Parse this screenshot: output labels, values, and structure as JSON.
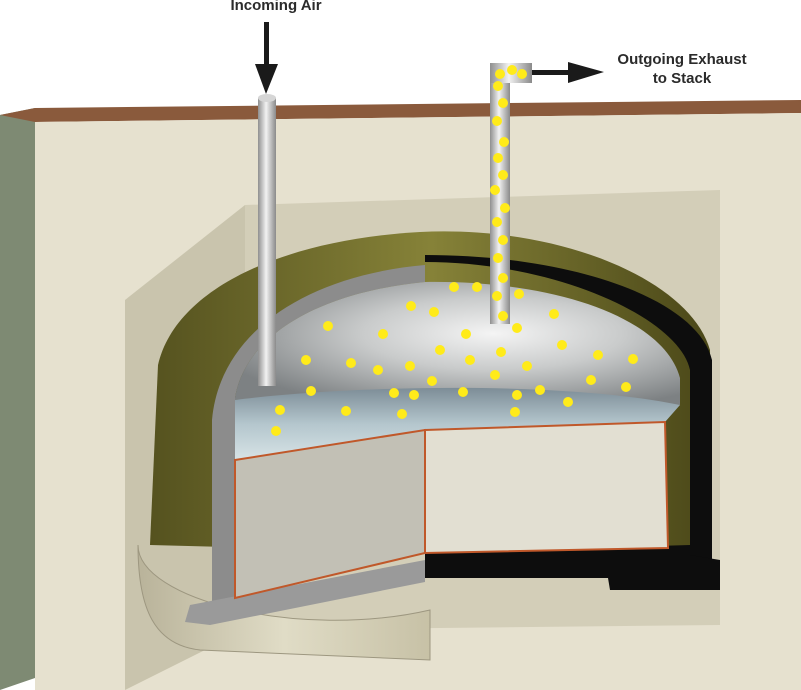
{
  "labels": {
    "incoming_air": "Incoming Air",
    "outgoing_exhaust_line1": "Outgoing Exhaust",
    "outgoing_exhaust_line2": "to Stack"
  },
  "colors": {
    "ground_top": "#8a5a3c",
    "soil_face": "#e6e1cf",
    "soil_side": "#bdb7a2",
    "insulation": "#6e6a2f",
    "lining": "#8c8c8c",
    "dark_wall": "#0d0d0d",
    "pipe": "#c8c8c8",
    "particle": "#ffeb1a",
    "arrow": "#1a1a1a",
    "copper_line": "#c0582a",
    "gas_space": "#a4a9aa",
    "liquid": "#aebfc7"
  },
  "icons": {
    "inlet_arrow": "arrow-down-icon",
    "outlet_arrow": "arrow-right-icon"
  }
}
